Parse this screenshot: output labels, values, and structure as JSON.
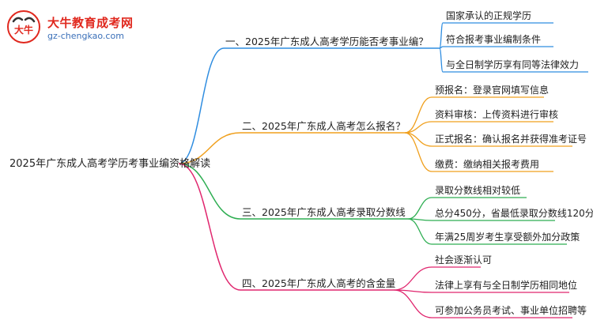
{
  "logo": {
    "name_cn": "大牛教育成考网",
    "url": "gz-chengkao.com",
    "mark_text": "大牛"
  },
  "root": {
    "label": "2025年广东成人高考学历考事业编资格解读"
  },
  "branches": [
    {
      "label": "一、2025年广东成人高考学历能否考事业编？",
      "color": "#2f8de0",
      "leaves": [
        "国家承认的正规学历",
        "符合报考事业编制条件",
        "与全日制学历享有同等法律效力"
      ]
    },
    {
      "label": "二、2025年广东成人高考怎么报名？",
      "color": "#f0a01e",
      "leaves": [
        "预报名：登录官网填写信息",
        "资料审核：上传资料进行审核",
        "正式报名：确认报名并获得准考证号",
        "缴费：缴纳相关报考费用"
      ]
    },
    {
      "label": "三、2025年广东成人高考录取分数线",
      "color": "#2eae52",
      "leaves": [
        "录取分数线相对较低",
        "总分450分，省最低录取分数线120分",
        "年满25周岁考生享受额外加分政策"
      ]
    },
    {
      "label": "四、2025年广东成人高考的含金量",
      "color": "#e0266e",
      "leaves": [
        "社会逐渐认可",
        "法律上享有与全日制学历相同地位",
        "可参加公务员考试、事业单位招聘等"
      ]
    }
  ]
}
